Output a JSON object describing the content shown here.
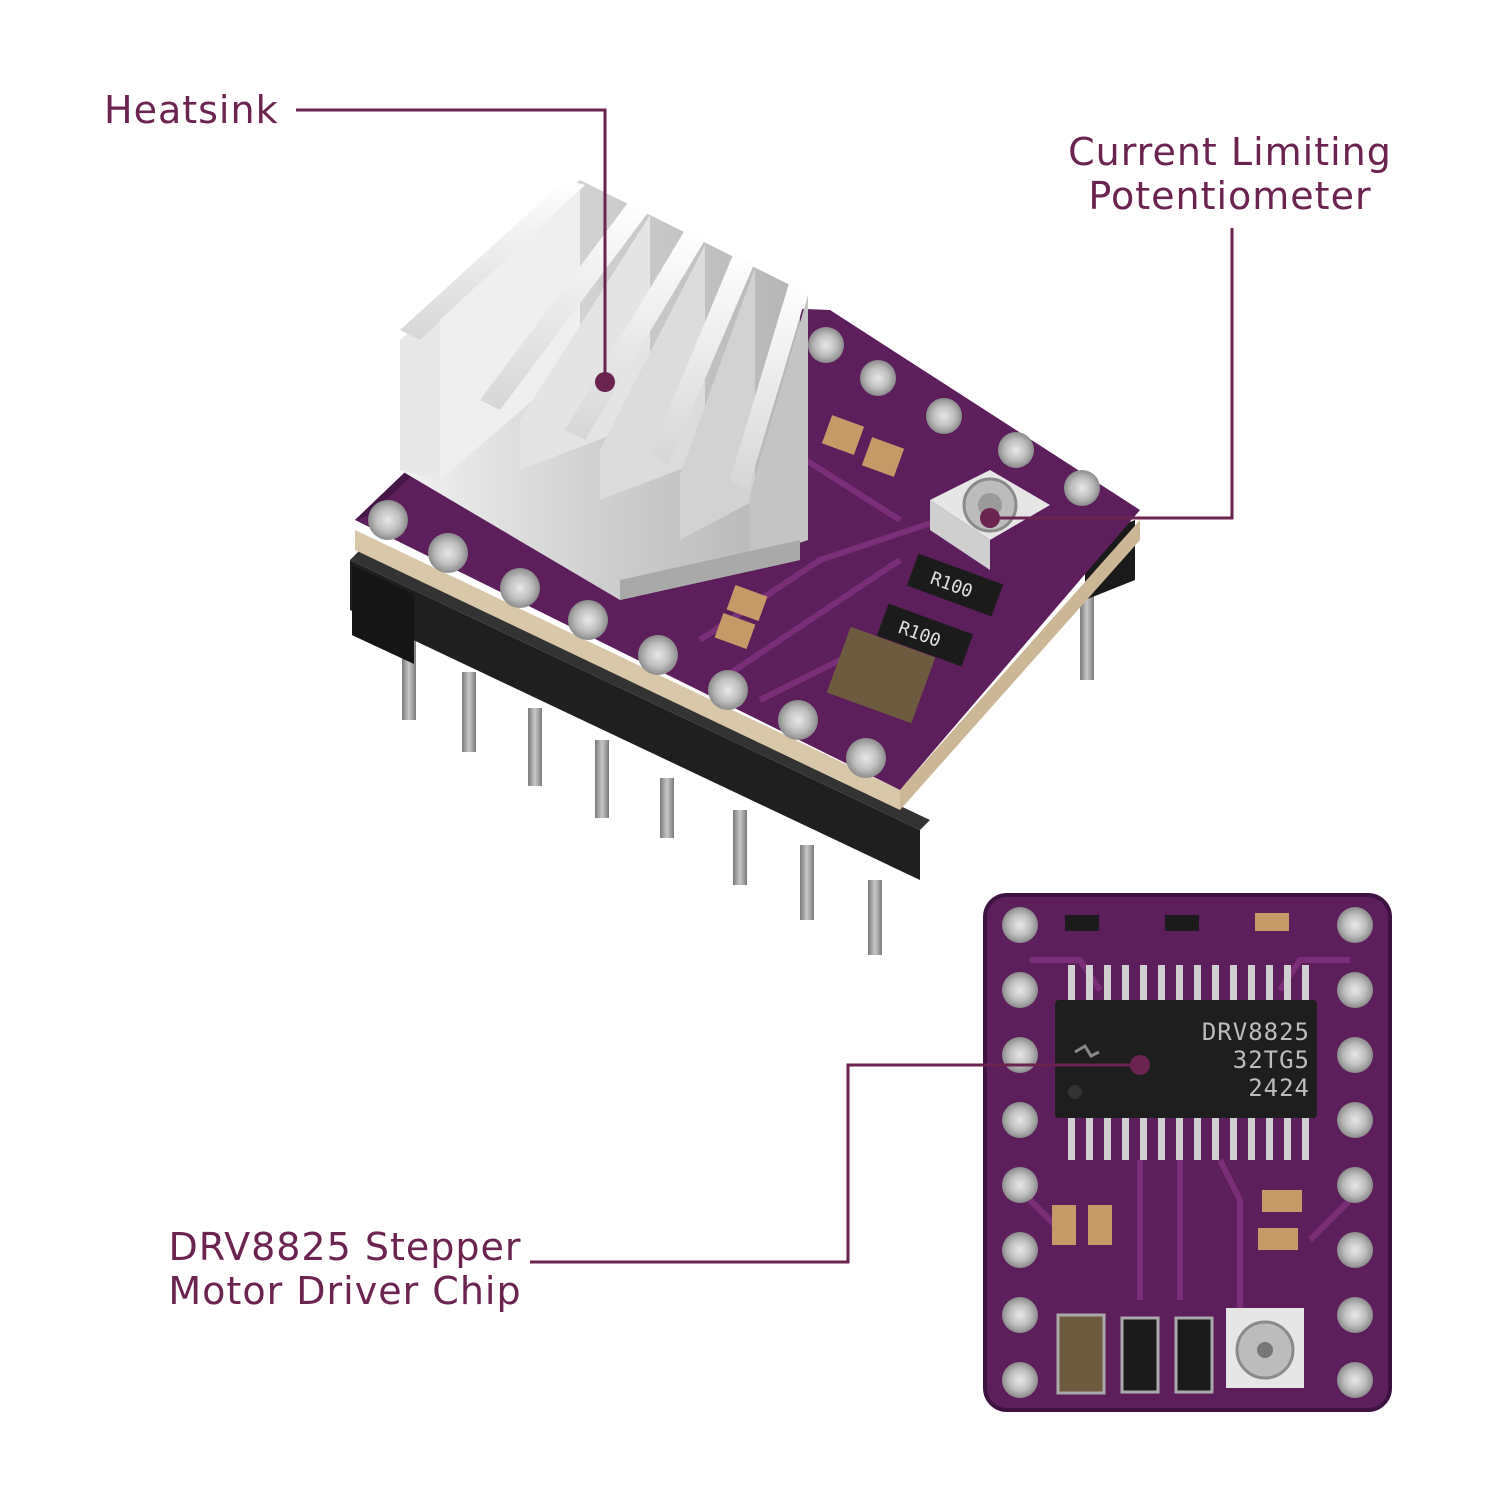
{
  "colors": {
    "accent": "#6b2350",
    "pcb": "#5c1f5c",
    "pcb_dark": "#3d1240",
    "heatsink": "#d9d9d9",
    "header": "#1a1a1a",
    "pin": "#9a9a9a"
  },
  "callouts": {
    "heatsink": {
      "lines": [
        "Heatsink"
      ]
    },
    "potentiometer": {
      "lines": [
        "Current Limiting",
        "Potentiometer"
      ]
    },
    "chip": {
      "lines": [
        "DRV8825 Stepper",
        "Motor Driver Chip"
      ]
    }
  },
  "chip_markings": {
    "line1": "DRV8825",
    "line2": "32TG5",
    "line3": "2424"
  },
  "resistor_markings": {
    "r1": "R100",
    "r2": "R100"
  }
}
